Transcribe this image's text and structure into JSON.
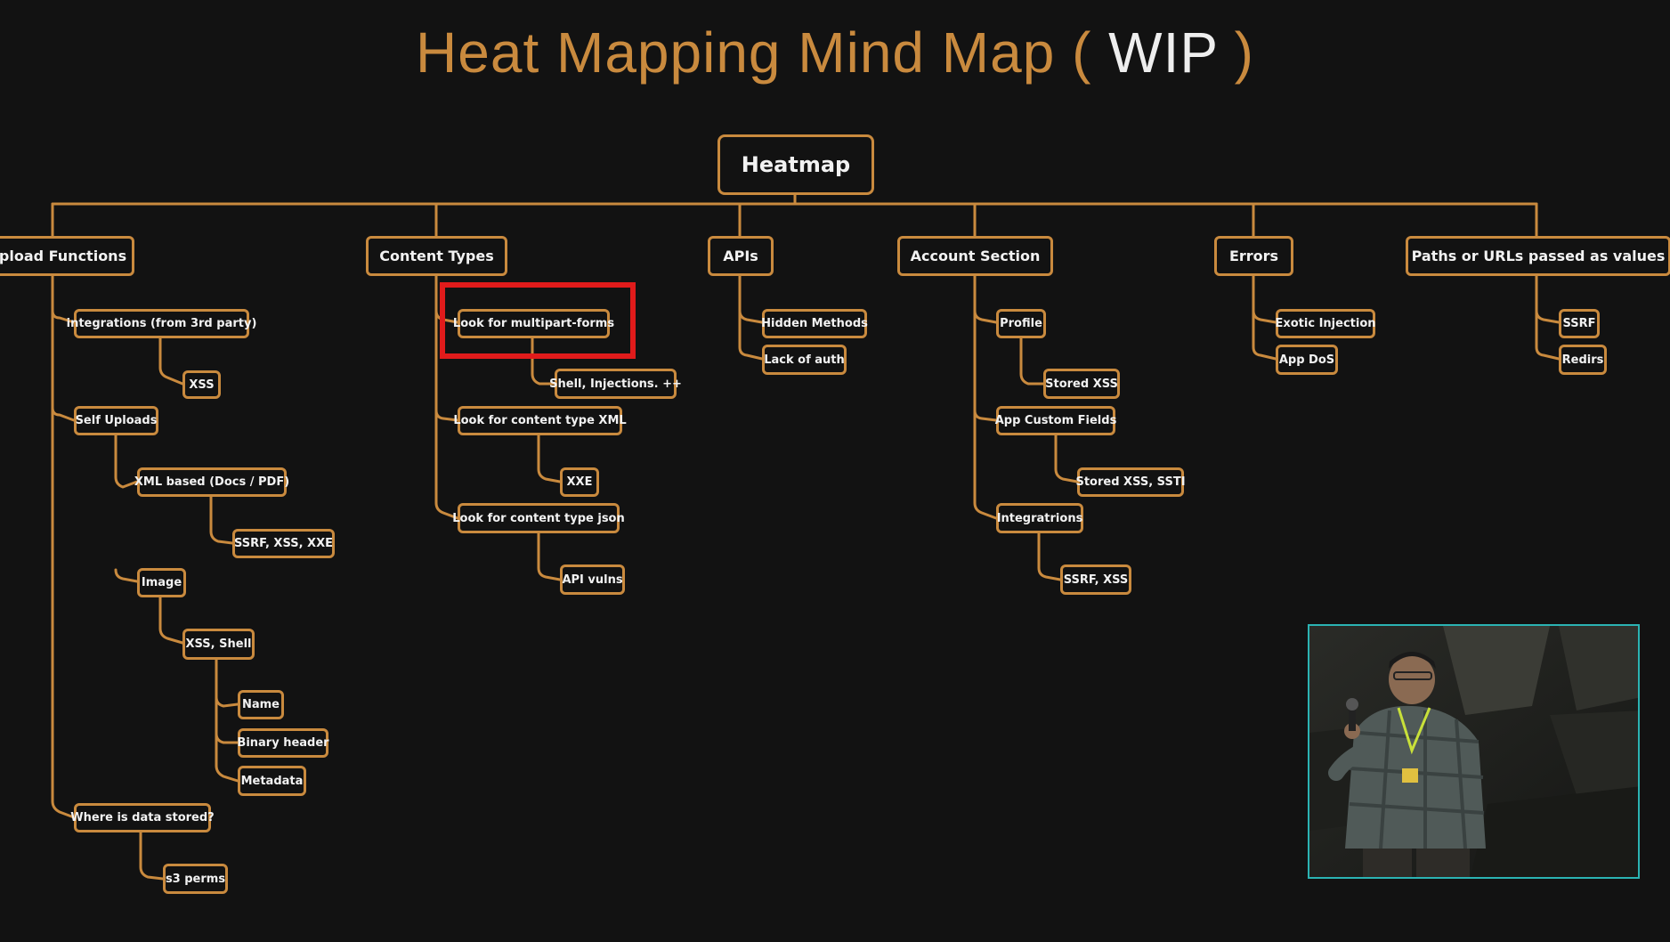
{
  "title": {
    "main": "Heat Mapping Mind Map ( ",
    "wip": "WIP",
    "close": " )"
  },
  "colors": {
    "accent": "#c98a3e",
    "highlight": "#e01b1b",
    "video_border": "#2bb3b3"
  },
  "mindmap": {
    "root": "Heatmap",
    "branches": {
      "upload": {
        "label": "pload Functions",
        "integrations": "integrations (from 3rd party)",
        "xss": "XSS",
        "self_uploads": "Self Uploads",
        "xml_based": "XML based (Docs / PDF)",
        "ssrf_xss_xxe": "SSRF, XSS, XXE",
        "image": "Image",
        "xss_shell": "XSS, Shell",
        "name": "Name",
        "binary_header": "Binary header",
        "metadata": "Metadata",
        "where_stored": "Where is data stored?",
        "s3_perms": "s3 perms"
      },
      "content_types": {
        "label": "Content Types",
        "multipart": "Look for multipart-forms",
        "shell_injections": "Shell, Injections. ++",
        "xml": "Look for content type XML",
        "xxe": "XXE",
        "json": "Look for content type json",
        "api_vulns": "API vulns"
      },
      "apis": {
        "label": "APIs",
        "hidden_methods": "Hidden Methods",
        "lack_of_auth": "Lack of auth"
      },
      "account": {
        "label": "Account Section",
        "profile": "Profile",
        "stored_xss": "Stored XSS",
        "custom_fields": "App Custom Fields",
        "stored_xss_ssti": "Stored XSS, SSTI",
        "integrations": "Integratrions",
        "ssrf_xss": "SSRF, XSS"
      },
      "errors": {
        "label": "Errors",
        "exotic": "Exotic Injection",
        "app_dos": "App DoS"
      },
      "paths": {
        "label": "Paths or URLs passed as values",
        "ssrf": "SSRF",
        "redirs": "Redirs"
      }
    }
  },
  "speaker_video": {
    "icon": "presenter-video-icon"
  }
}
